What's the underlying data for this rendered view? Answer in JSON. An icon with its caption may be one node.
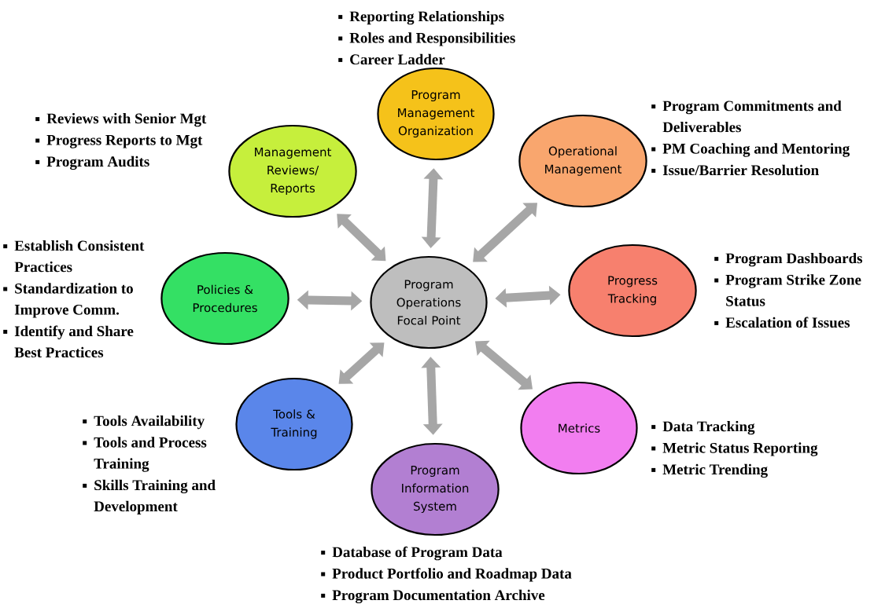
{
  "diagram": {
    "nodes": [
      {
        "text": [
          "Program Management Organization"
        ],
        "beside": [
          "Reporting Relationships",
          "Roles and Responsibilities",
          "Career Ladder"
        ]
      },
      {
        "text": [
          "Management Reviews/ Reports"
        ],
        "beside": [
          "Reviews with Senior Mgt",
          "Progress Reports to Mgt",
          "Program Audits"
        ]
      },
      {
        "text": [
          "Operational Management"
        ],
        "beside": [
          "Program Commitments and Deliverables",
          "PM Coaching and Mentoring",
          "Issue/Barrier Resolution"
        ]
      },
      {
        "text": [
          "Policies & Procedures"
        ],
        "beside": [
          "Establish Consistent Practices",
          "Standardization to Improve Comm.",
          "Identify and Share Best Practices"
        ]
      },
      {
        "text": [
          "Program Operations Focal Point"
        ]
      },
      {
        "text": [
          "Progress Tracking"
        ],
        "beside": [
          "Program Dashboards",
          "Program Strike Zone Status",
          "Escalation of Issues"
        ]
      },
      {
        "text": [
          "Tools & Training"
        ],
        "beside": [
          "Tools Availability",
          "Tools and Process Training",
          "Skills Training and Development"
        ]
      },
      {
        "text": [
          "Metrics"
        ],
        "beside": [
          "Data Tracking",
          "Metric Status Reporting",
          "Metric Trending"
        ]
      },
      {
        "text": [
          "Program Information System"
        ],
        "beside": [
          "Database of Program Data",
          "Product Portfolio and Roadmap Data",
          "Program Documentation Archive"
        ]
      }
    ],
    "edges": [
      {
        "from": 4,
        "to": 0,
        "arrow": "both"
      },
      {
        "from": 4,
        "to": 1,
        "arrow": "both"
      },
      {
        "from": 4,
        "to": 2,
        "arrow": "both"
      },
      {
        "from": 4,
        "to": 3,
        "arrow": "both"
      },
      {
        "from": 4,
        "to": 5,
        "arrow": "both"
      },
      {
        "from": 4,
        "to": 6,
        "arrow": "both"
      },
      {
        "from": 4,
        "to": 7,
        "arrow": "both"
      },
      {
        "from": 4,
        "to": 8,
        "arrow": "both"
      }
    ]
  }
}
